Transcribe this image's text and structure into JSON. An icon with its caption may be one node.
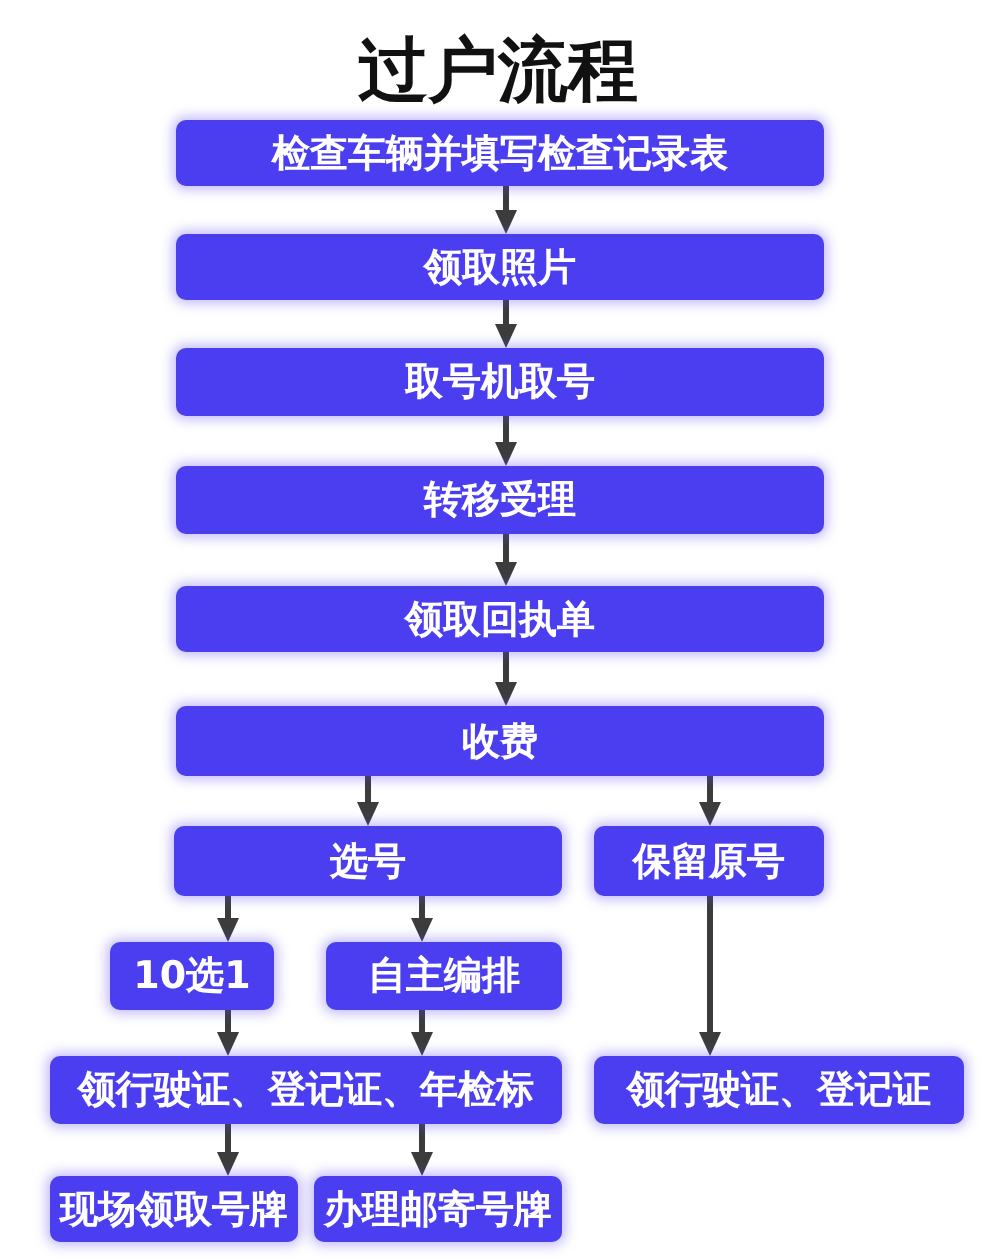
{
  "diagram": {
    "title": "过户流程",
    "nodes": [
      {
        "text": [
          "检查车辆并填写检查记录表"
        ]
      },
      {
        "text": [
          "领取照片"
        ]
      },
      {
        "text": [
          "取号机取号"
        ]
      },
      {
        "text": [
          "转移受理"
        ]
      },
      {
        "text": [
          "领取回执单"
        ]
      },
      {
        "text": [
          "收费"
        ]
      },
      {
        "text": [
          "选号"
        ]
      },
      {
        "text": [
          "保留原号"
        ]
      },
      {
        "text": [
          "10选1"
        ]
      },
      {
        "text": [
          "自主编排"
        ]
      },
      {
        "text": [
          "领行驶证、登记证、年检标"
        ]
      },
      {
        "text": [
          "领行驶证、登记证"
        ]
      },
      {
        "text": [
          "现场领取号牌"
        ]
      },
      {
        "text": [
          "办理邮寄号牌"
        ]
      }
    ],
    "edges": [
      {
        "from": 0,
        "to": 1,
        "arrow": "to"
      },
      {
        "from": 1,
        "to": 2,
        "arrow": "to"
      },
      {
        "from": 2,
        "to": 3,
        "arrow": "to"
      },
      {
        "from": 3,
        "to": 4,
        "arrow": "to"
      },
      {
        "from": 4,
        "to": 5,
        "arrow": "to"
      },
      {
        "from": 5,
        "to": 6,
        "arrow": "to"
      },
      {
        "from": 5,
        "to": 7,
        "arrow": "to"
      },
      {
        "from": 6,
        "to": 8,
        "arrow": "to"
      },
      {
        "from": 6,
        "to": 9,
        "arrow": "to"
      },
      {
        "from": 7,
        "to": 11,
        "arrow": "to"
      },
      {
        "from": 8,
        "to": 10,
        "arrow": "to"
      },
      {
        "from": 9,
        "to": 10,
        "arrow": "to"
      },
      {
        "from": 10,
        "to": 12,
        "arrow": "to"
      },
      {
        "from": 10,
        "to": 13,
        "arrow": "to"
      }
    ]
  }
}
